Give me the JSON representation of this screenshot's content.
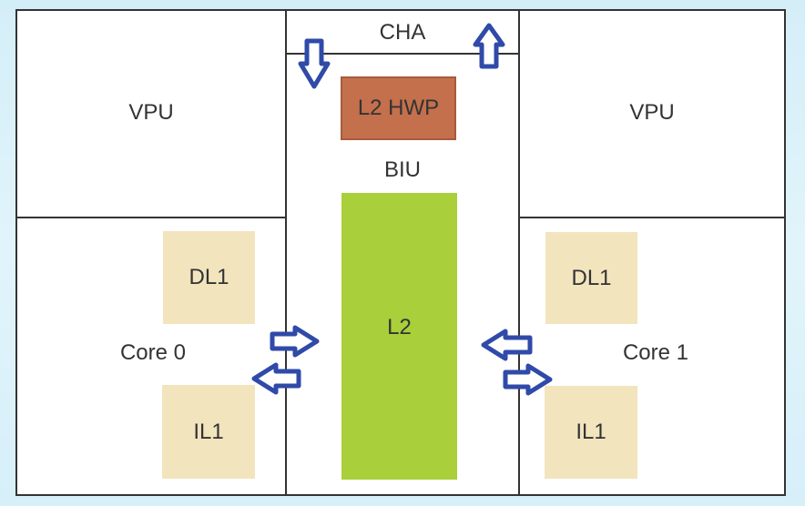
{
  "diagram": {
    "left_vpu": "VPU",
    "right_vpu": "VPU",
    "cha": "CHA",
    "l2_hwp": "L2 HWP",
    "biu": "BIU",
    "l2": "L2",
    "core0": {
      "label": "Core 0",
      "dl1": "DL1",
      "il1": "IL1"
    },
    "core1": {
      "label": "Core 1",
      "dl1": "DL1",
      "il1": "IL1"
    }
  },
  "colors": {
    "arrow_outline": "#2f4aa8",
    "hwp_fill": "#c4704c",
    "l2_fill": "#a9cf3a",
    "cache_fill": "#f2e4bd"
  },
  "icons": [
    "arrow-down-icon",
    "arrow-up-icon",
    "arrow-right-icon",
    "arrow-left-icon"
  ]
}
